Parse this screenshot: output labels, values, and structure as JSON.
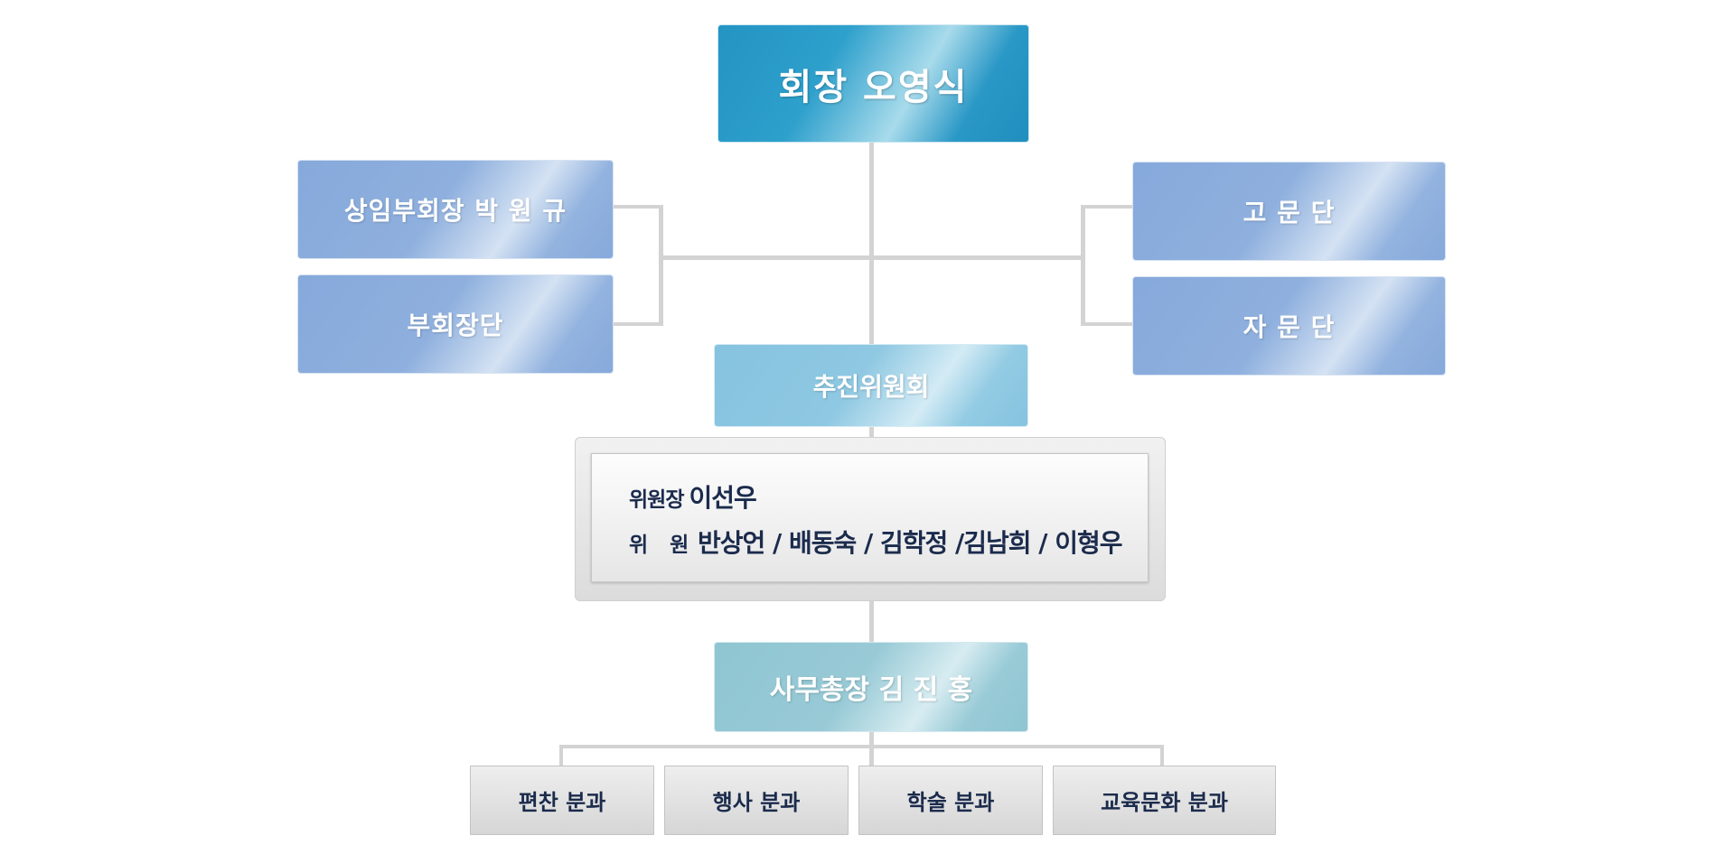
{
  "org_chart": {
    "president": "회장 오영식",
    "vice_presidents": [
      "상임부회장 박 원 규",
      "부회장단"
    ],
    "advisory": [
      "고 문 단",
      "자 문 단"
    ],
    "committee": {
      "title": "추진위원회",
      "chair_label": "위원장",
      "chair_name": "이선우",
      "members_label": "위   원",
      "members_names": "반상언 / 배동숙 / 김학정 /김남희 / 이형우"
    },
    "secretary_general": "사무총장 김 진 홍",
    "divisions": [
      "편찬 분과",
      "행사 분과",
      "학술 분과",
      "교육문화 분과"
    ]
  },
  "colors": {
    "president_fill": "#2494c3",
    "side_fill": "#86a9db",
    "committee_fill": "#86c3e0",
    "secretary_fill": "#8fc5d2",
    "division_fill": "#e4e4e4",
    "panel_text": "#1b2b4c",
    "connector": "#d3d3d3"
  }
}
